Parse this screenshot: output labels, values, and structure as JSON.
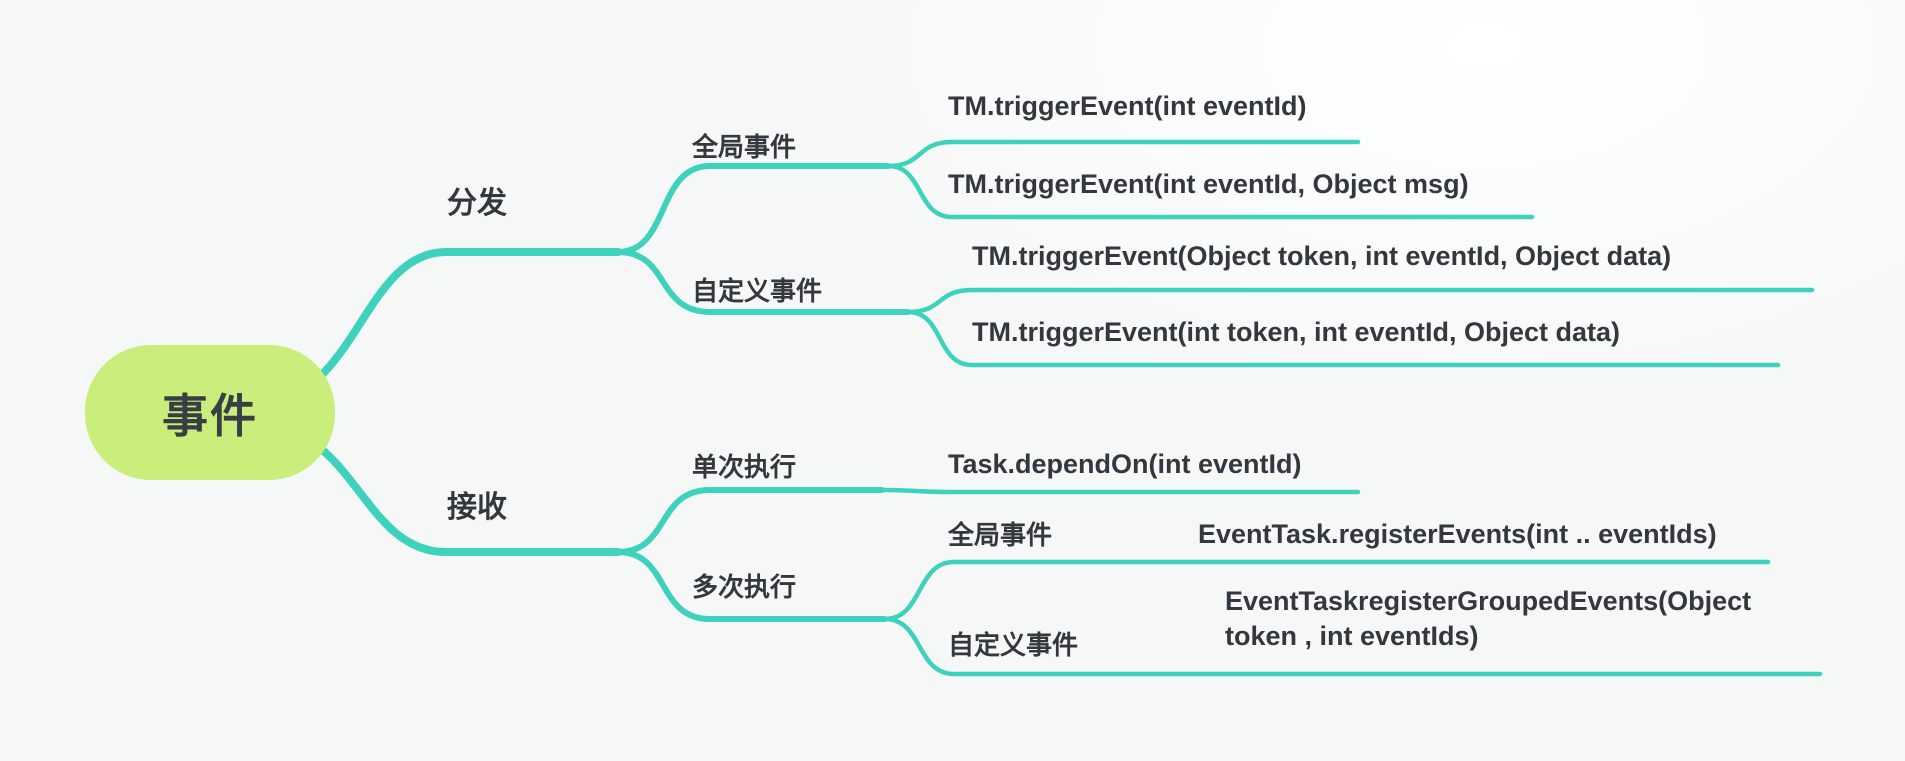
{
  "colors": {
    "branch": "#3ed2bc",
    "root_background": "#c9ee7b",
    "text": "#33383e",
    "canvas_background": "#f6f7f7"
  },
  "tree": {
    "label": "事件",
    "children": [
      {
        "label": "分发",
        "children": [
          {
            "label": "全局事件",
            "children": [
              {
                "label": "TM.triggerEvent(int eventId)"
              },
              {
                "label": "TM.triggerEvent(int eventId, Object msg)"
              }
            ]
          },
          {
            "label": "自定义事件",
            "children": [
              {
                "label": "TM.triggerEvent(Object token, int eventId, Object data)"
              },
              {
                "label": "TM.triggerEvent(int token, int eventId, Object data)"
              }
            ]
          }
        ]
      },
      {
        "label": "接收",
        "children": [
          {
            "label": "单次执行",
            "children": [
              {
                "label": "Task.dependOn(int eventId)"
              }
            ]
          },
          {
            "label": "多次执行",
            "children": [
              {
                "label": "全局事件",
                "children": [
                  {
                    "label": "EventTask.registerEvents(int .. eventIds)"
                  }
                ]
              },
              {
                "label": "自定义事件",
                "children": [
                  {
                    "label": "EventTaskregisterGroupedEvents(Object token , int eventIds)"
                  }
                ]
              }
            ]
          }
        ]
      }
    ]
  }
}
